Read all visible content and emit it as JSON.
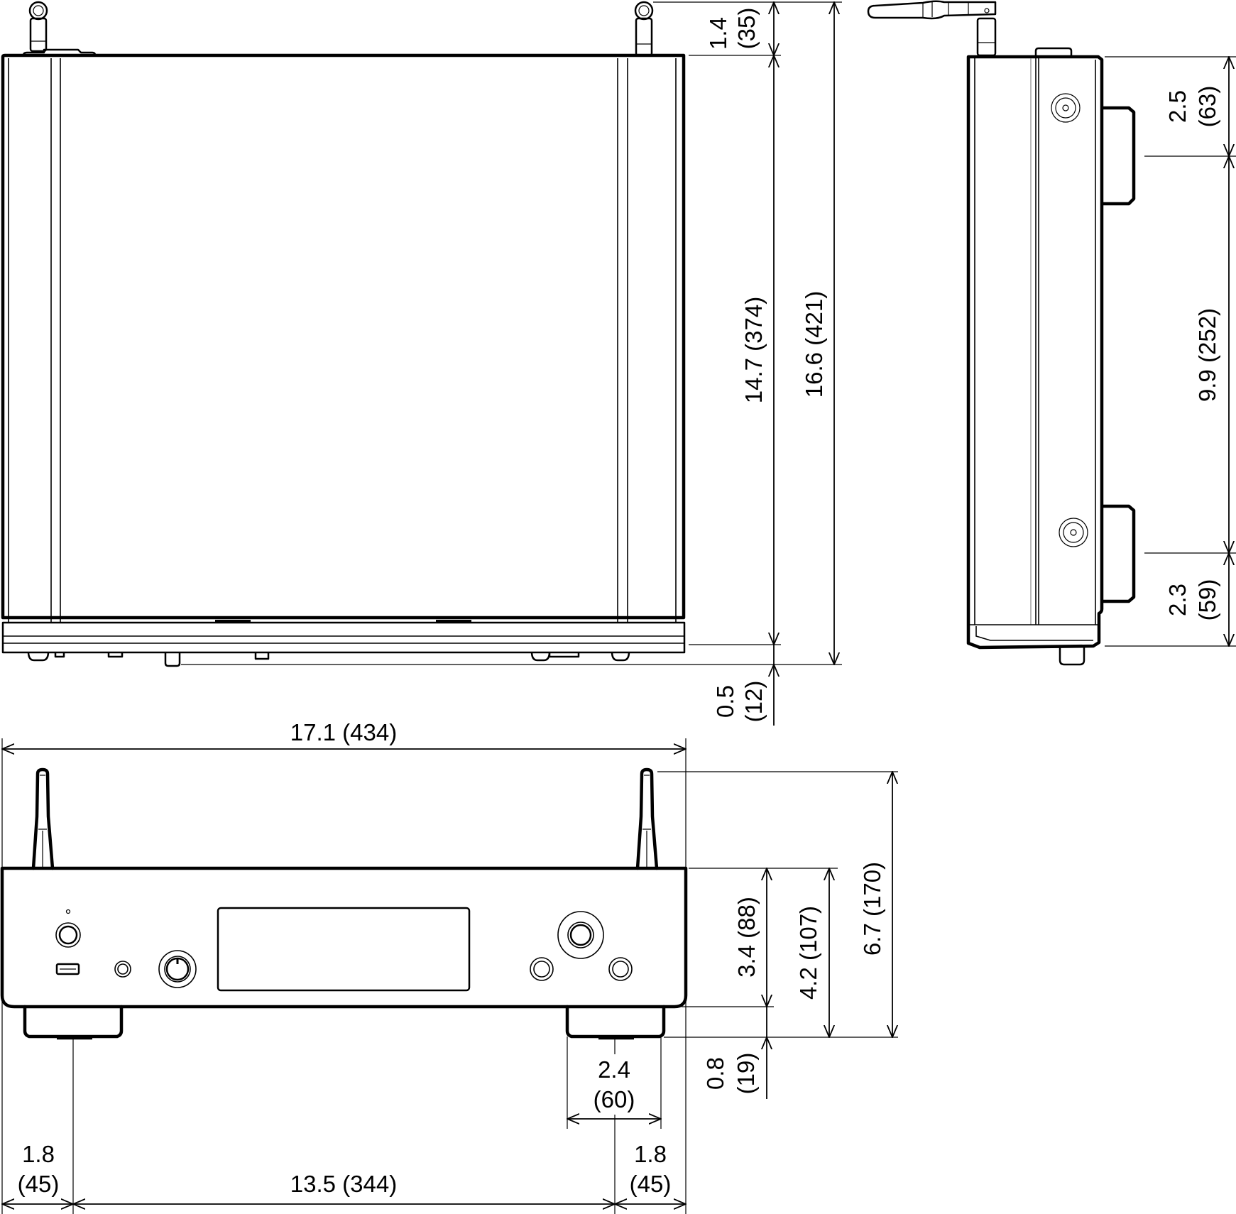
{
  "drawing": {
    "units_note": "inch (mm)",
    "views": [
      "top-view",
      "side-view",
      "front-view"
    ]
  },
  "top_view": {
    "dimensions": {
      "antenna_height": {
        "inch": "1.4",
        "mm": "(35)"
      },
      "body_depth": "14.7 (374)",
      "total_depth": "16.6 (421)",
      "knob_protrusion": {
        "inch": "0.5",
        "mm": "(12)"
      }
    }
  },
  "side_view": {
    "dimensions": {
      "top_to_foot": {
        "inch": "2.5",
        "mm": "(63)"
      },
      "foot_spacing": "9.9 (252)",
      "foot_to_front": {
        "inch": "2.3",
        "mm": "(59)"
      }
    }
  },
  "front_view": {
    "dimensions": {
      "width": "17.1 (434)",
      "body_height": "3.4 (88)",
      "height_with_feet": "4.2 (107)",
      "total_height": "6.7 (170)",
      "foot_height": {
        "inch": "0.8",
        "mm": "(19)"
      },
      "foot_width": {
        "inch": "2.4",
        "mm": "(60)"
      },
      "left_foot_offset": {
        "inch": "1.8",
        "mm": "(45)"
      },
      "foot_center_spacing": "13.5 (344)",
      "right_foot_offset": {
        "inch": "1.8",
        "mm": "(45)"
      }
    }
  },
  "colors": {
    "line": "#000000",
    "background": "#ffffff"
  }
}
